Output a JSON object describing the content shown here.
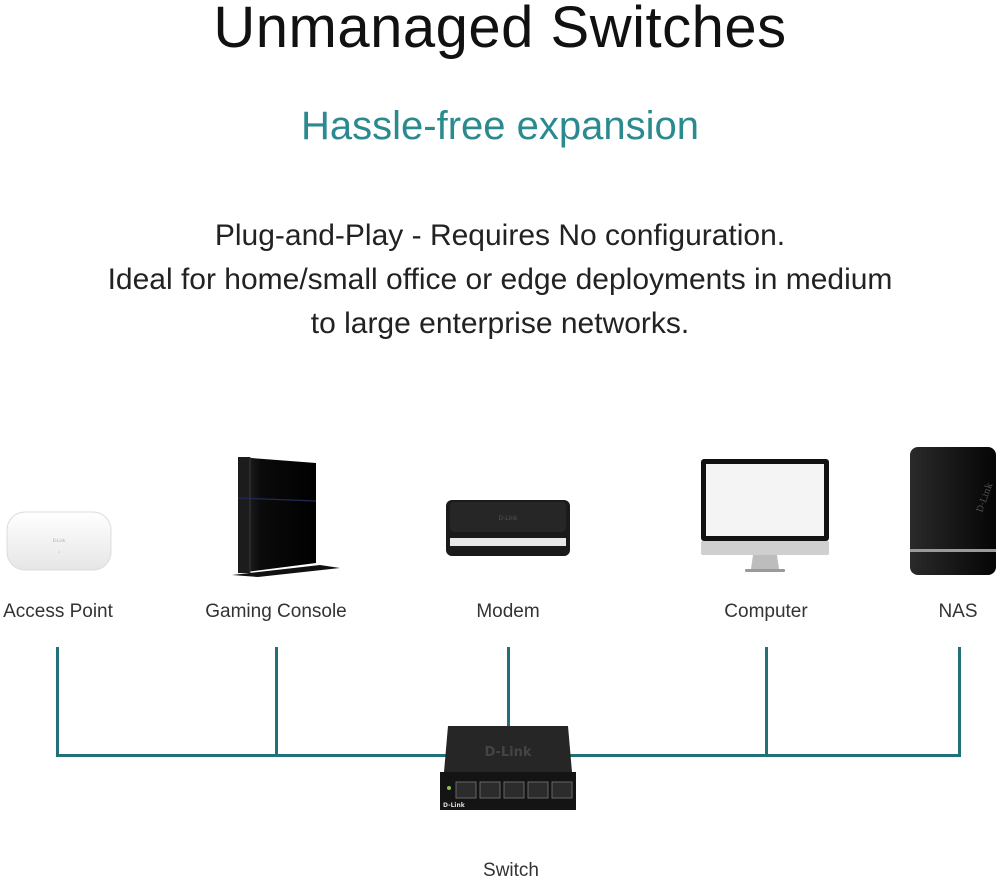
{
  "header": {
    "title": "Unmanaged Switches",
    "subtitle": "Hassle-free expansion",
    "description_lines": [
      "Plug-and-Play - Requires No configuration.",
      "Ideal for home/small office or edge deployments in medium",
      "to large enterprise networks."
    ]
  },
  "diagram": {
    "line_color": "#22707a",
    "accent_color": "#2a8a8f",
    "devices": [
      {
        "label": "Access Point",
        "icon": "access-point-icon"
      },
      {
        "label": "Gaming Console",
        "icon": "gaming-console-icon"
      },
      {
        "label": "Modem",
        "icon": "modem-icon"
      },
      {
        "label": "Computer",
        "icon": "computer-icon"
      },
      {
        "label": "NAS",
        "icon": "nas-icon"
      }
    ],
    "hub": {
      "label": "Switch",
      "icon": "switch-icon",
      "brand": "D-Link",
      "port_count": 5
    }
  }
}
